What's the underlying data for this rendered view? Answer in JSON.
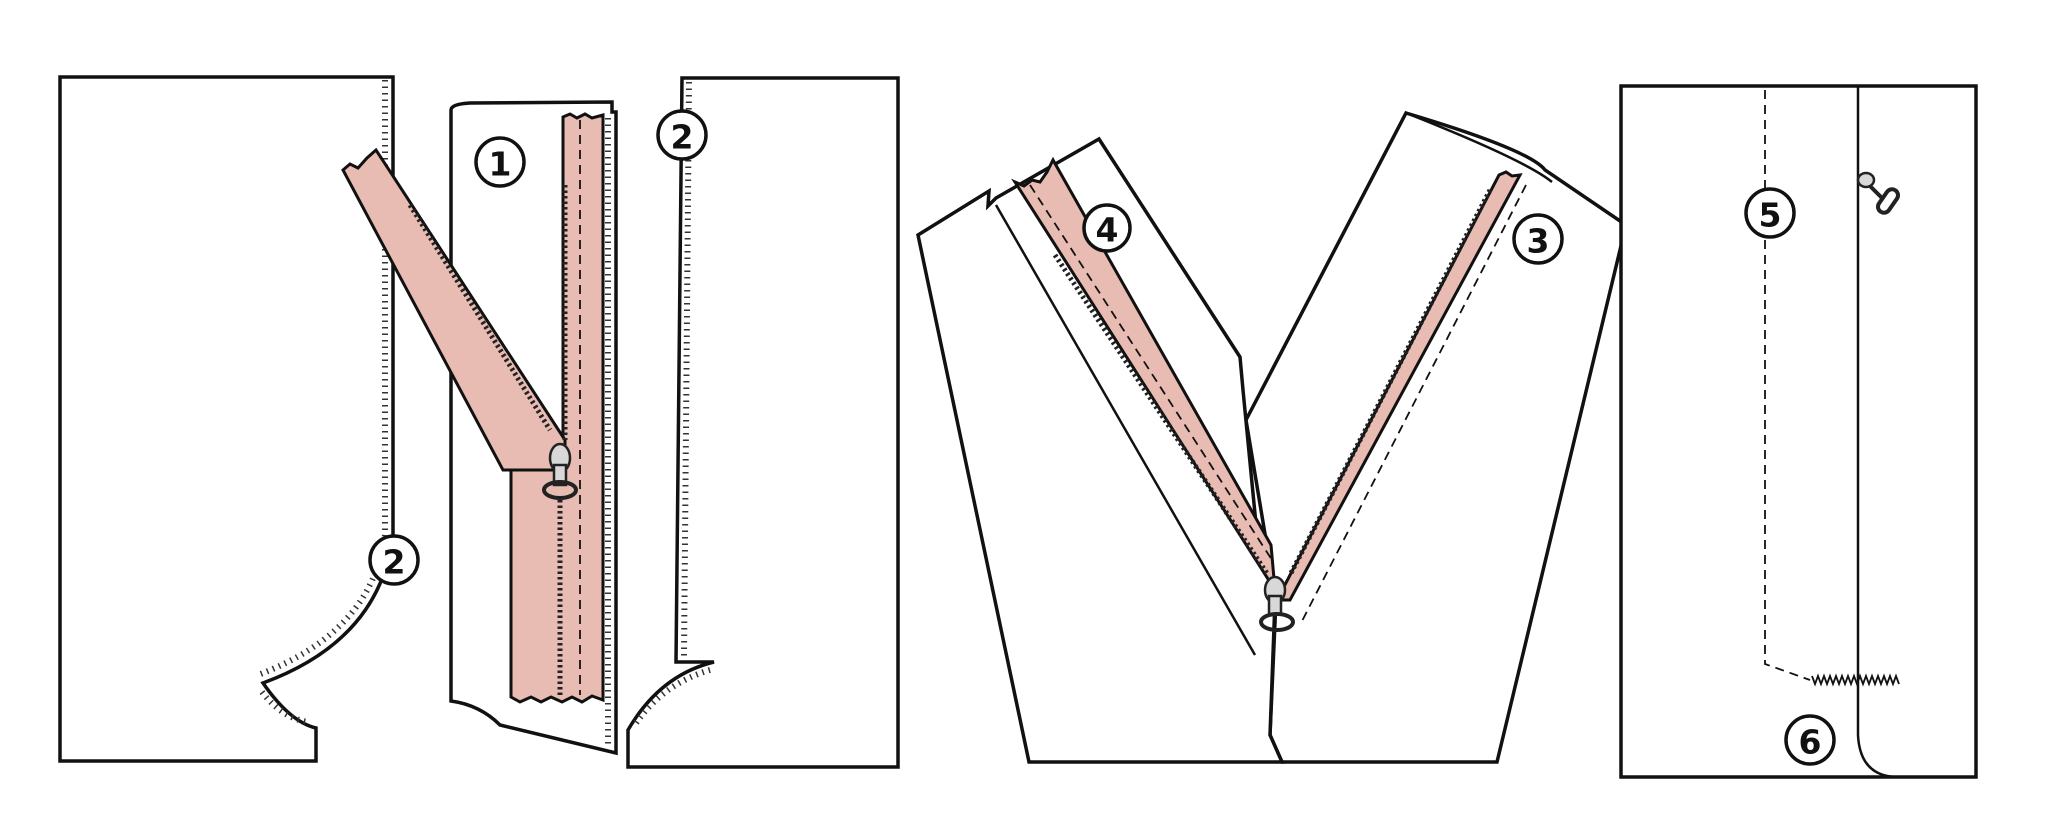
{
  "figure": {
    "description": "Three-panel sewing illustration showing insertion of a zipper fly",
    "colors": {
      "zipper_tape": "#e8bcb2",
      "outline": "#111111",
      "background": "#ffffff"
    },
    "panels": [
      {
        "id": "panel-1",
        "pieces": [
          "left-front-piece",
          "fly-facing-with-zipper",
          "right-front-piece"
        ],
        "steps": [
          {
            "label": "1"
          },
          {
            "label": "2"
          },
          {
            "label": "2"
          }
        ]
      },
      {
        "id": "panel-2",
        "pieces": [
          "left-piece-folded",
          "right-piece-folded"
        ],
        "steps": [
          {
            "label": "4"
          },
          {
            "label": "3"
          }
        ]
      },
      {
        "id": "panel-3",
        "pieces": [
          "closed-fly-front"
        ],
        "steps": [
          {
            "label": "5"
          },
          {
            "label": "6"
          }
        ]
      }
    ]
  }
}
